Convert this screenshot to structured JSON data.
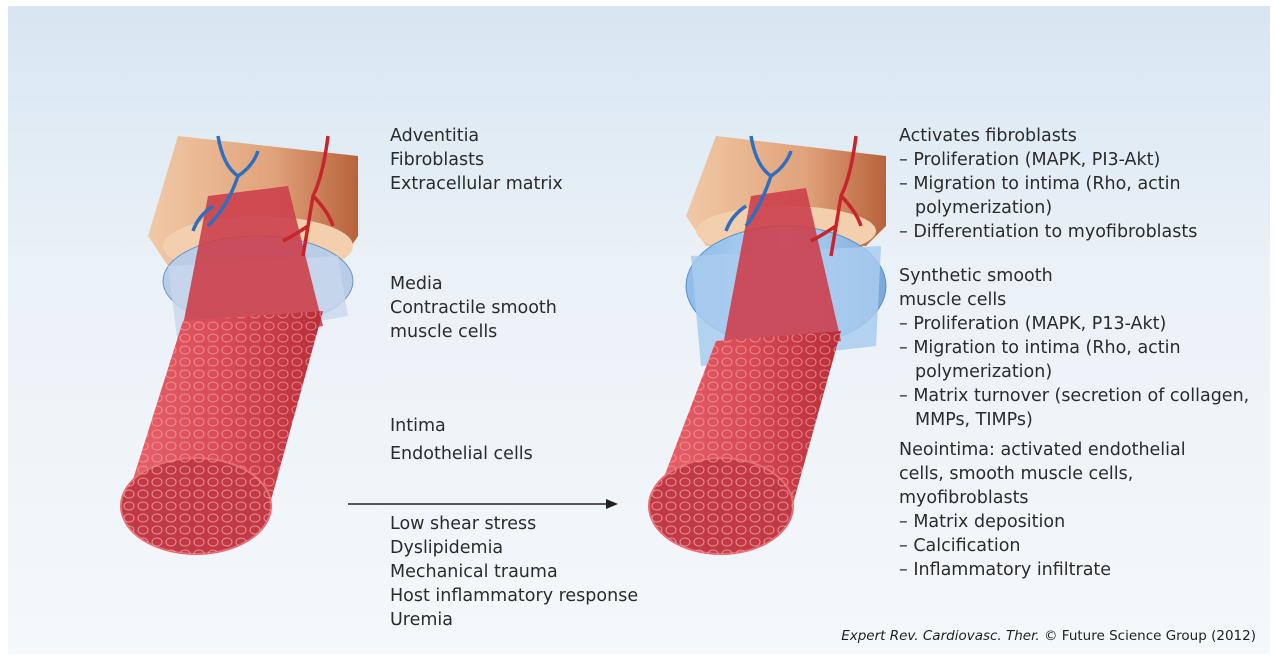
{
  "labels": {
    "adventitia": {
      "title": "Adventitia",
      "lines": [
        "Fibroblasts",
        "Extracellular matrix"
      ]
    },
    "media": {
      "title": "Media",
      "lines": [
        "Contractile smooth",
        "muscle cells"
      ]
    },
    "intima": {
      "title": "Intima",
      "lines": [
        "Endothelial cells"
      ]
    },
    "factors": [
      "Low shear stress",
      "Dyslipidemia",
      "Mechanical trauma",
      "Host inflammatory response",
      "Uremia"
    ]
  },
  "right": {
    "fibroblasts": {
      "title": "Activates fibroblasts",
      "items": [
        "– Proliferation (MAPK, PI3-Akt)",
        "– Migration to intima (Rho, actin",
        "polymerization)",
        "– Differentiation to myofibroblasts"
      ]
    },
    "smc": {
      "title": [
        "Synthetic smooth",
        "muscle cells"
      ],
      "items": [
        "– Proliferation (MAPK, P13-Akt)",
        "– Migration to intima (Rho, actin",
        "polymerization)",
        "– Matrix turnover (secretion of collagen,",
        "MMPs, TIMPs)"
      ]
    },
    "neointima": {
      "title": [
        "Neointima: activated endothelial",
        "cells, smooth muscle cells,",
        "myofibroblasts"
      ],
      "items": [
        "– Matrix deposition",
        "– Calcification",
        "– Inflammatory infiltrate"
      ]
    }
  },
  "citation": {
    "journal": "Expert Rev. Cardiovasc. Ther.",
    "rest": " © Future Science Group (2012)"
  },
  "colors": {
    "background": "#e3edf5",
    "adventitia": "#e8b48f",
    "media_normal": "#b9cde6",
    "media_activated": "#9fc5ec",
    "intima": "#d7444f",
    "vein": "#2e6fbf",
    "artery": "#c8242c"
  }
}
